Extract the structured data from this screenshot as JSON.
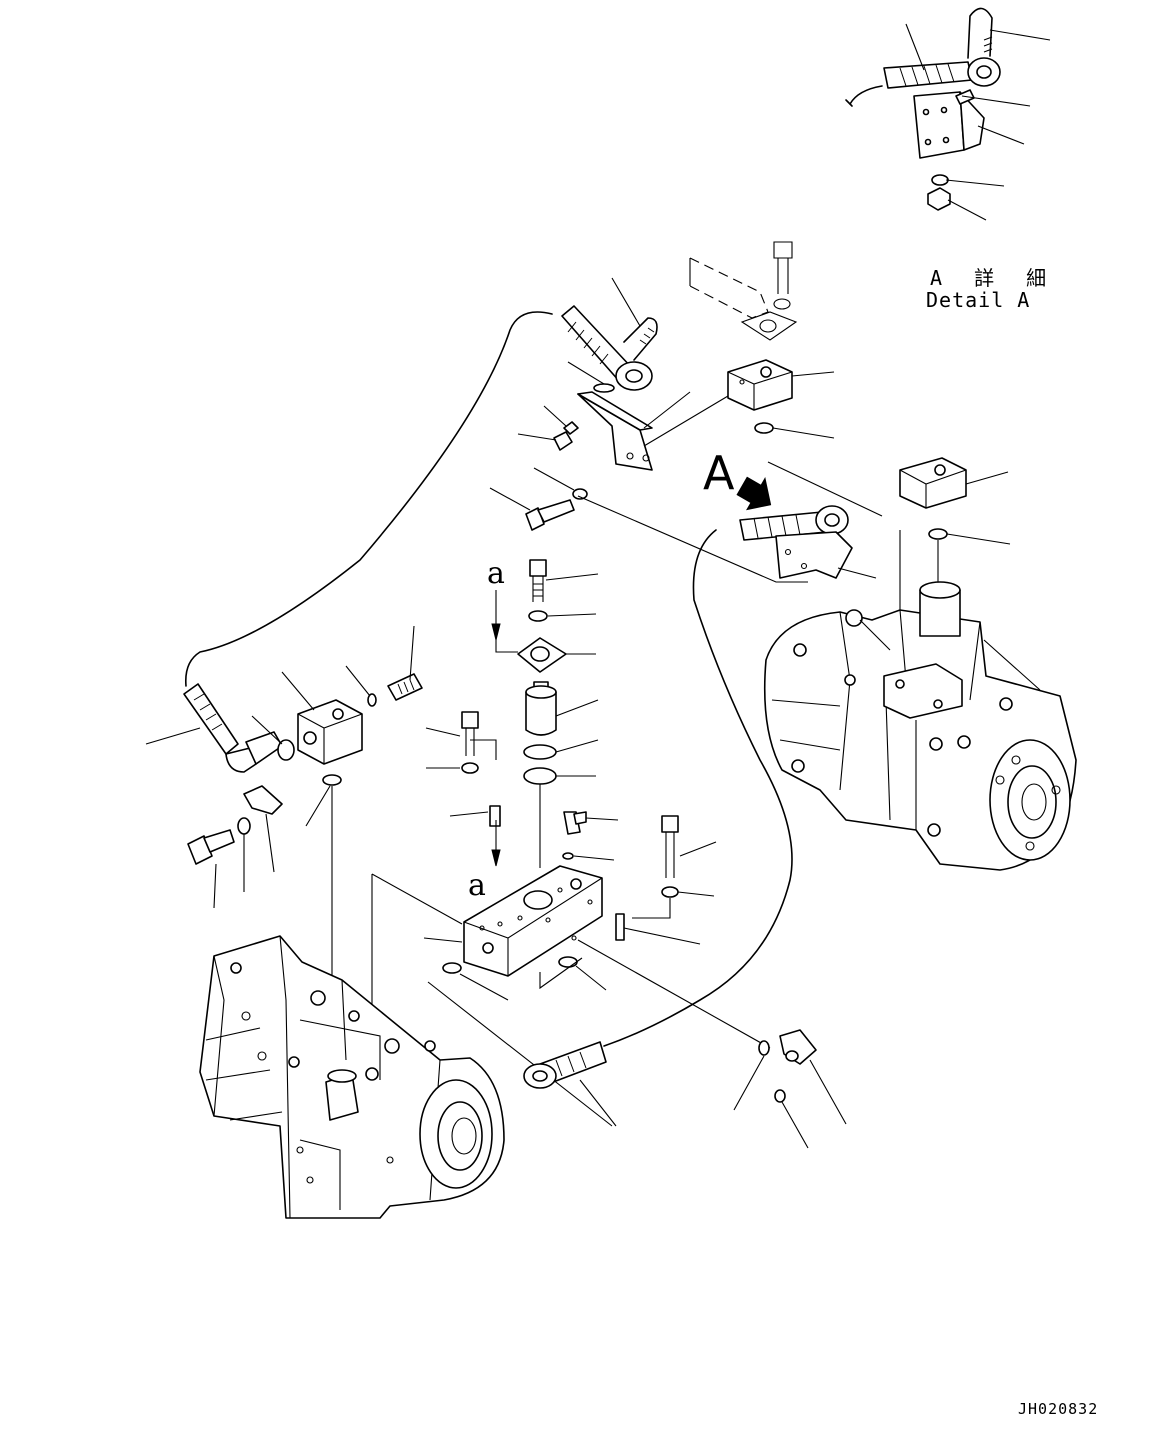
{
  "detail": {
    "title_jp": "A 詳 細",
    "title_en": "Detail A"
  },
  "view_marker": "A",
  "flow_marker": "a",
  "drawing_number": "JH020832",
  "icons": {
    "view_arrow": "filled-arrow",
    "flow_arrow": "down-arrow"
  }
}
